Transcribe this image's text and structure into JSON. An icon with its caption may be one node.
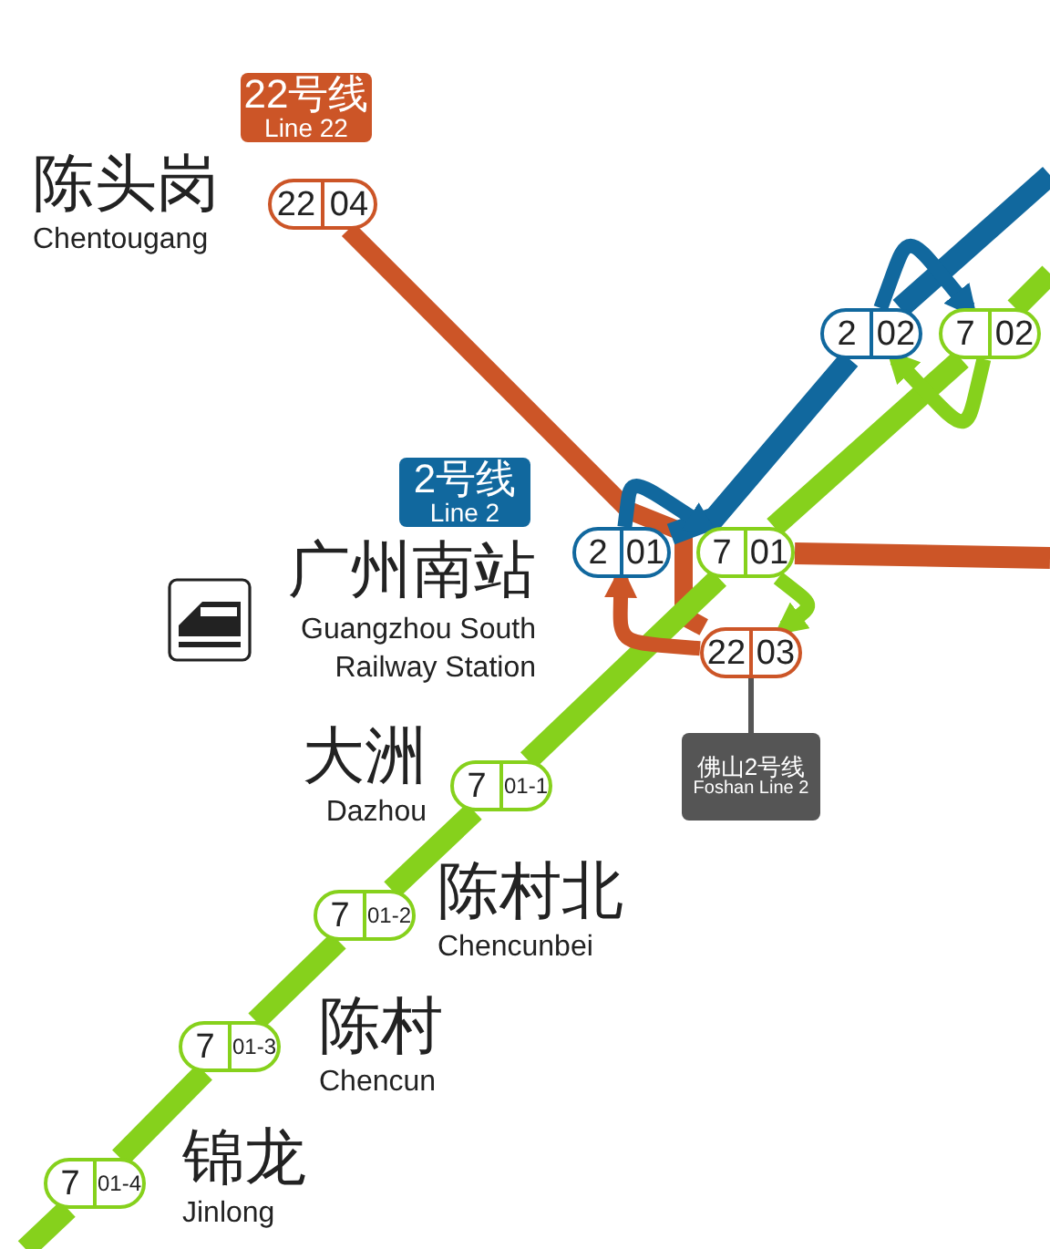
{
  "diagram": {
    "nodes": [
      {
        "text": [
          "22号线",
          "Line 22"
        ]
      },
      {
        "text": [
          "22",
          "04"
        ],
        "beside": [
          "陈头岗",
          "Chentougang"
        ]
      },
      {
        "text": [
          "2号线",
          "Line 2"
        ]
      },
      {
        "text": [
          "2",
          "02"
        ]
      },
      {
        "text": [
          "7",
          "02"
        ]
      },
      {
        "text": [
          "2",
          "01"
        ],
        "beside": [
          "广州南站",
          "Guangzhou South Railway Station"
        ]
      },
      {
        "text": [
          "7",
          "01"
        ]
      },
      {
        "text": [
          "22",
          "03"
        ]
      },
      {
        "text": [
          "佛山2号线",
          "Foshan Line 2"
        ]
      },
      {
        "text": [
          "7",
          "01-1"
        ],
        "beside": [
          "大洲",
          "Dazhou"
        ]
      },
      {
        "text": [
          "7",
          "01-2"
        ],
        "beside": [
          "陈村北",
          "Chencunbei"
        ]
      },
      {
        "text": [
          "7",
          "01-3"
        ],
        "beside": [
          "陈村",
          "Chencun"
        ]
      },
      {
        "text": [
          "7",
          "01-4"
        ],
        "beside": [
          "锦龙",
          "Jinlong"
        ]
      }
    ],
    "edges": [
      {
        "from": 1,
        "to": 7,
        "arrow": "none",
        "color": "#cc5527"
      },
      {
        "from": 6,
        "to": null,
        "arrow": "none",
        "color": "#cc5527"
      },
      {
        "from": 5,
        "to": 3,
        "arrow": "none",
        "color": "#11689e"
      },
      {
        "from": 3,
        "to": null,
        "arrow": "none",
        "color": "#11689e"
      },
      {
        "from": 12,
        "to": 11,
        "arrow": "none",
        "color": "#86d11c"
      },
      {
        "from": 11,
        "to": 10,
        "arrow": "none",
        "color": "#86d11c"
      },
      {
        "from": 10,
        "to": 9,
        "arrow": "none",
        "color": "#86d11c"
      },
      {
        "from": 9,
        "to": 6,
        "arrow": "none",
        "color": "#86d11c"
      },
      {
        "from": 6,
        "to": 4,
        "arrow": "none",
        "color": "#86d11c"
      },
      {
        "from": 4,
        "to": null,
        "arrow": "none",
        "color": "#86d11c"
      },
      {
        "from": 12,
        "to": null,
        "arrow": "none",
        "color": "#86d11c"
      },
      {
        "from": 5,
        "to": 6,
        "arrow": "to",
        "color": "#11689e"
      },
      {
        "from": 6,
        "to": 7,
        "arrow": "to",
        "color": "#86d11c"
      },
      {
        "from": 7,
        "to": 5,
        "arrow": "to",
        "color": "#cc5527"
      },
      {
        "from": 3,
        "to": 4,
        "arrow": "to",
        "color": "#11689e"
      },
      {
        "from": 4,
        "to": 3,
        "arrow": "to",
        "color": "#86d11c"
      },
      {
        "from": 7,
        "to": 8,
        "arrow": "none",
        "color": "#555555"
      }
    ]
  }
}
